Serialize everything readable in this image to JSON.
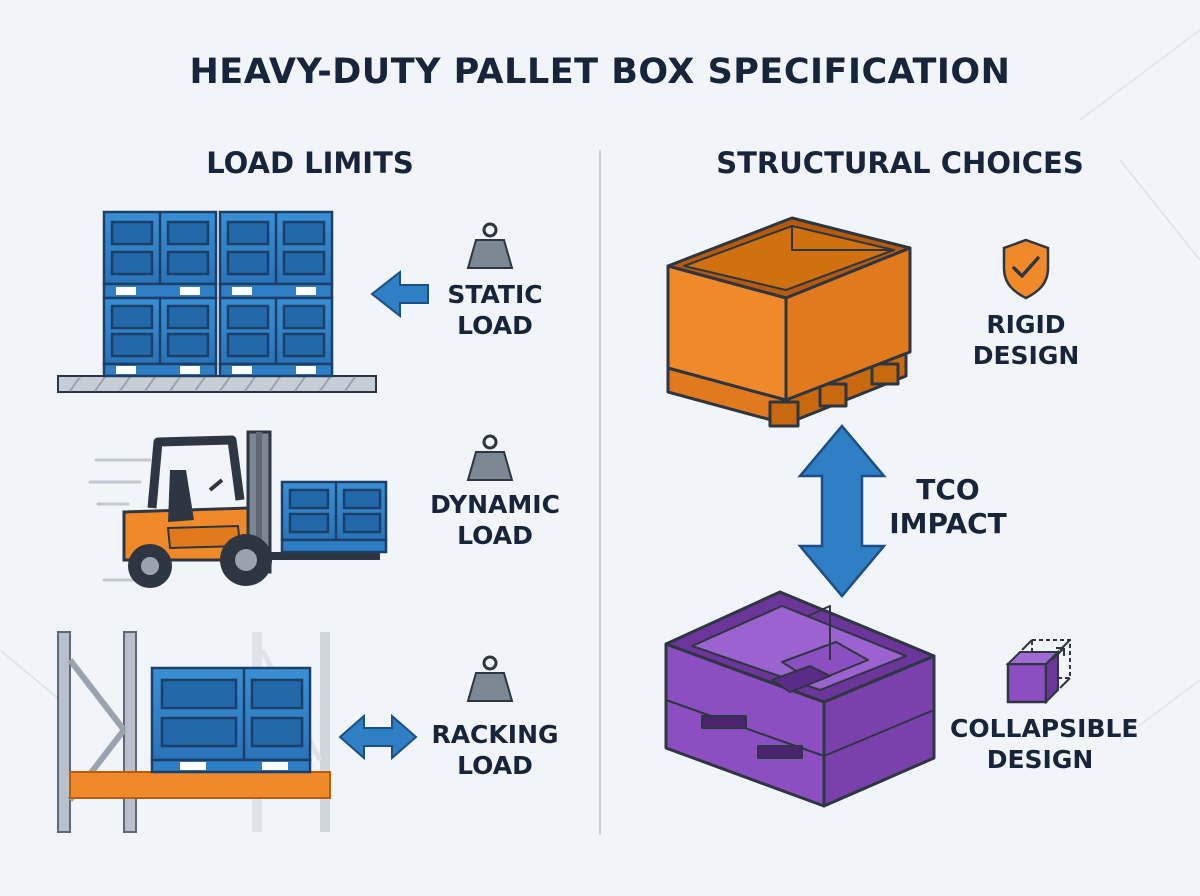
{
  "title": "HEAVY-DUTY PALLET BOX SPECIFICATION",
  "left_section": {
    "title": "LOAD LIMITS",
    "items": [
      {
        "line1": "STATIC",
        "line2": "LOAD",
        "icon": "weight-icon"
      },
      {
        "line1": "DYNAMIC",
        "line2": "LOAD",
        "icon": "weight-icon"
      },
      {
        "line1": "RACKING",
        "line2": "LOAD",
        "icon": "weight-icon"
      }
    ]
  },
  "right_section": {
    "title": "STRUCTURAL CHOICES",
    "rigid": {
      "line1": "RIGID",
      "line2": "DESIGN",
      "icon": "shield-check-icon"
    },
    "tco": {
      "line1": "TCO",
      "line2": "IMPACT"
    },
    "collapsible": {
      "line1": "COLLAPSIBLE",
      "line2": "DESIGN",
      "icon": "collapse-box-icon"
    }
  },
  "colors": {
    "blue": "#2f7fc4",
    "blue_dark": "#1c4f86",
    "orange": "#f0892a",
    "purple": "#8b4fc2",
    "navy": "#17243a",
    "gray": "#7d8794"
  }
}
